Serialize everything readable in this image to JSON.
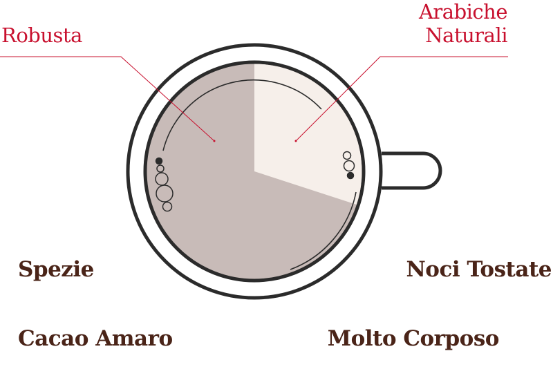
{
  "labels": {
    "robusta": "Robusta",
    "arabiche_line1": "Arabiche",
    "arabiche_line2": "Naturali",
    "spezie": "Spezie",
    "noci_tostate": "Noci Tostate",
    "cacao_amaro": "Cacao Amaro",
    "molto_corposo": "Molto Corposo"
  },
  "blend": [
    {
      "name": "Robusta",
      "share": 0.7
    },
    {
      "name": "Arabiche Naturali",
      "share": 0.3
    }
  ],
  "colors": {
    "accent_red": "#c8102e",
    "text_brown": "#4a2418",
    "cup_outline": "#2b2b2b",
    "robusta_fill": "#c8bbb8",
    "arabica_fill": "#f6efea"
  }
}
